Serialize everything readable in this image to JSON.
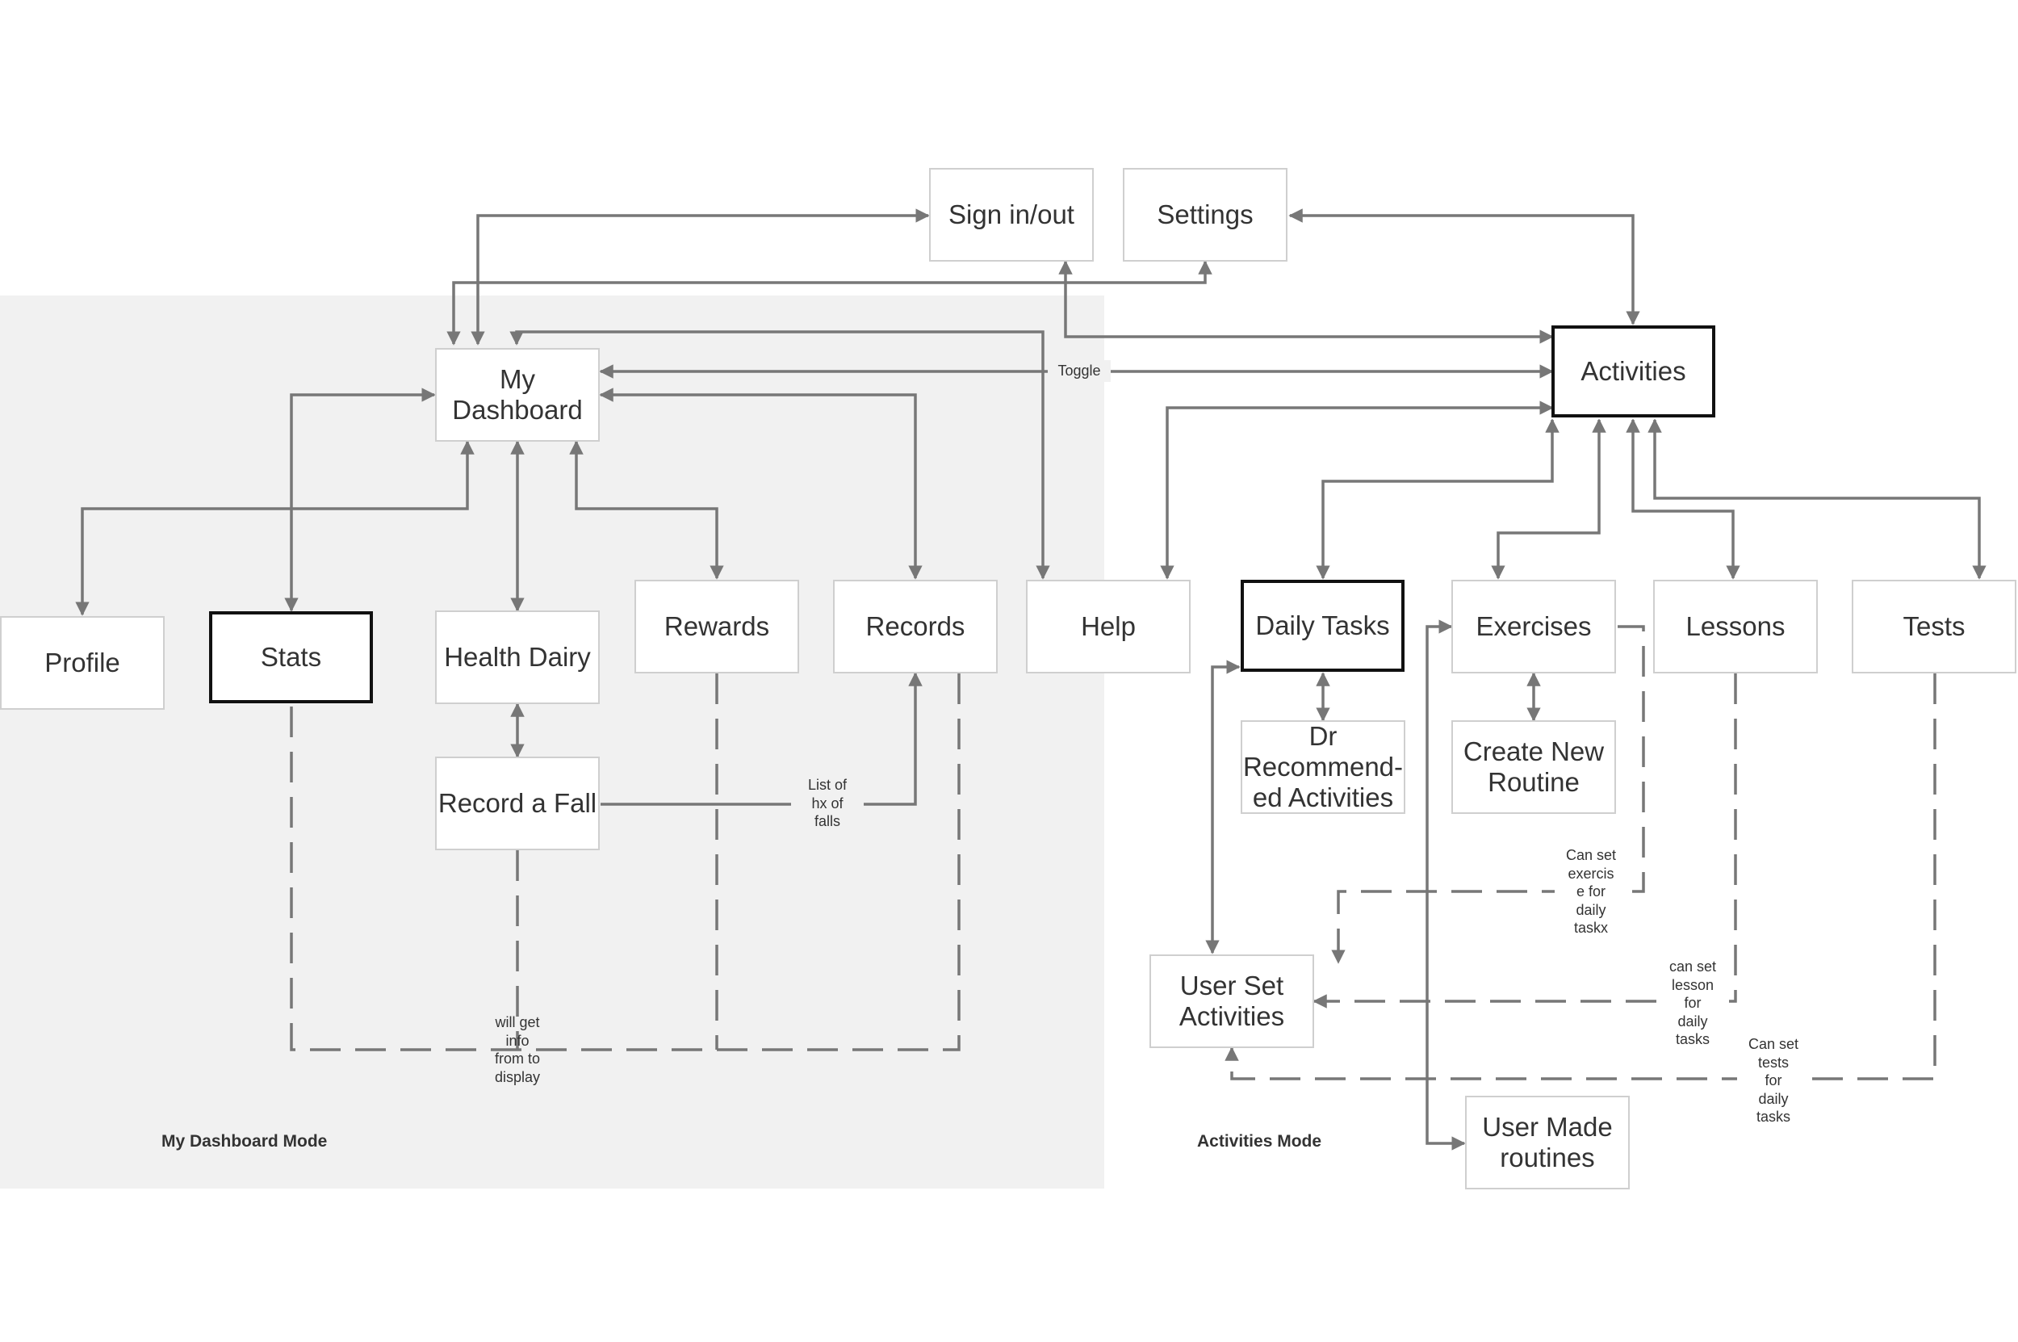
{
  "regions": {
    "dashboard_mode_label": "My Dashboard Mode",
    "activities_mode_label": "Activities Mode"
  },
  "nodes": {
    "sign_in_out": "Sign in/out",
    "settings": "Settings",
    "my_dashboard": "My\nDashboard",
    "activities": "Activities",
    "profile": "Profile",
    "stats": "Stats",
    "health_dairy": "Health Dairy",
    "rewards": "Rewards",
    "records": "Records",
    "help": "Help",
    "daily_tasks": "Daily Tasks",
    "exercises": "Exercises",
    "lessons": "Lessons",
    "tests": "Tests",
    "record_a_fall": "Record a Fall",
    "dr_recommended": "Dr\nRecommend-\ned Activities",
    "create_new_routine": "Create New\nRoutine",
    "user_set_activities": "User Set\nActivities",
    "user_made_routines": "User Made\nroutines"
  },
  "edge_labels": {
    "toggle": "Toggle",
    "list_of_falls": "List of\nhx of\nfalls",
    "will_get_info": "will get\ninfo\nfrom to\ndisplay",
    "exercise_note": "Can set\nexercis\ne for\ndaily\ntaskx",
    "lesson_note": "can set\nlesson\nfor\ndaily\ntasks",
    "tests_note": "Can set\ntests\nfor\ndaily\ntasks"
  },
  "colors": {
    "region_background": "#f1f1f1",
    "connector": "#777777",
    "node_border": "#cfcfcf",
    "highlight_border": "#111111"
  }
}
